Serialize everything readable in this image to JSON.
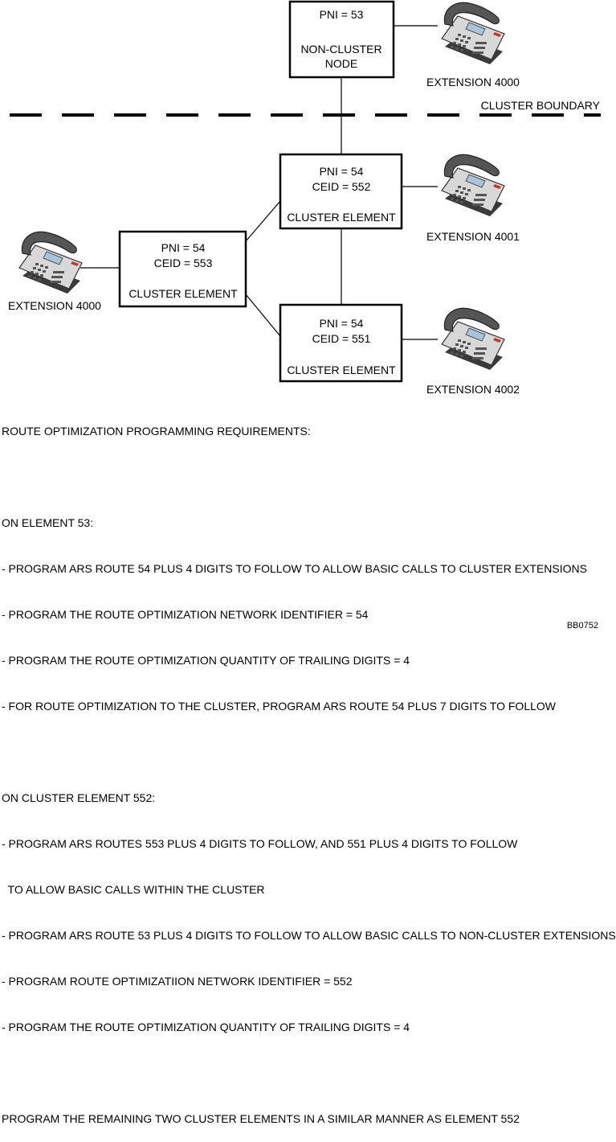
{
  "nodes": {
    "non_cluster": {
      "line1": "PNI = 53",
      "line2": "NON-CLUSTER",
      "line3": "NODE"
    },
    "ce_552": {
      "pni": "PNI = 54",
      "ceid": "CEID = 552",
      "label": "CLUSTER ELEMENT"
    },
    "ce_553": {
      "pni": "PNI = 54",
      "ceid": "CEID = 553",
      "label": "CLUSTER ELEMENT"
    },
    "ce_551": {
      "pni": "PNI = 54",
      "ceid": "CEID = 551",
      "label": "CLUSTER ELEMENT"
    }
  },
  "extensions": {
    "top": "EXTENSION 4000",
    "left": "EXTENSION 4000",
    "e4001": "EXTENSION 4001",
    "e4002": "EXTENSION 4002"
  },
  "boundary_label": "CLUSTER BOUNDARY",
  "notes": {
    "heading": "ROUTE OPTIMIZATION PROGRAMMING REQUIREMENTS:",
    "section1_title": "ON ELEMENT 53:",
    "section1_items": [
      "- PROGRAM ARS ROUTE 54 PLUS 4 DIGITS TO FOLLOW TO ALLOW BASIC CALLS TO CLUSTER EXTENSIONS",
      "- PROGRAM THE ROUTE OPTIMIZATION NETWORK IDENTIFIER = 54",
      "- PROGRAM THE ROUTE OPTIMIZATION QUANTITY OF TRAILING DIGITS = 4",
      "- FOR ROUTE OPTIMIZATION TO THE CLUSTER, PROGRAM ARS ROUTE 54 PLUS 7 DIGITS TO FOLLOW"
    ],
    "section2_title": "ON CLUSTER ELEMENT 552:",
    "section2_items": [
      "- PROGRAM ARS ROUTES 553 PLUS 4 DIGITS TO FOLLOW, AND 551 PLUS 4 DIGITS TO FOLLOW",
      "  TO ALLOW BASIC CALLS WITHIN THE CLUSTER",
      "- PROGRAM ARS ROUTE 53 PLUS 4 DIGITS TO FOLLOW TO ALLOW BASIC CALLS TO NON-CLUSTER EXTENSIONS",
      "- PROGRAM ROUTE OPTIMIZATIION NETWORK IDENTIFIER = 552",
      "- PROGRAM THE ROUTE OPTIMIZATION QUANTITY OF TRAILING DIGITS = 4"
    ],
    "footer": "PROGRAM THE REMAINING TWO CLUSTER ELEMENTS IN A SIMILAR MANNER AS ELEMENT 552"
  },
  "figure_id": "BB0752"
}
